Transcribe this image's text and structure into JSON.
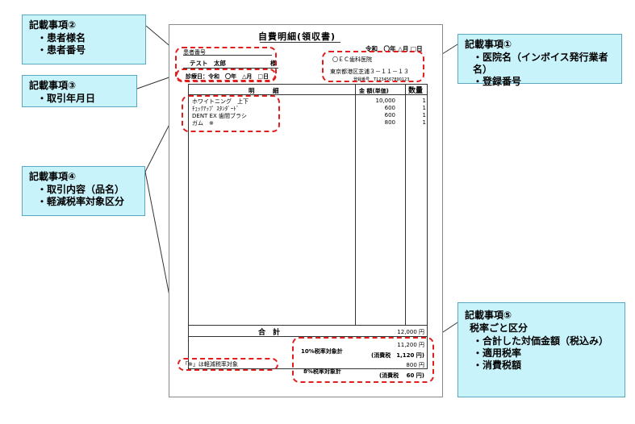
{
  "receipt": {
    "title": "自費明細(領収書)",
    "date_line": "令和　〇年 △月 □日",
    "patient_number_label": "患者番号",
    "patient_name": "テスト　太郎",
    "honorific": "様",
    "clinic_name": "〇ＥＣ歯科医院",
    "clinic_address": "東京都港区芝浦３－１１－１３",
    "registration": "登録番号　T1234567890123",
    "visit_date": "診療日：令和　〇年　△月　□日",
    "col_item": "明　　　細",
    "col_amount": "金 額(単価)",
    "col_qty": "数量",
    "items": [
      {
        "name": "ホワイトニング　上下",
        "amount": "10,000",
        "qty": "1"
      },
      {
        "name": "ﾁｪｯｸｱｯﾌﾟ ｽﾀﾝﾀﾞｰﾄﾞ",
        "amount": "600",
        "qty": "1"
      },
      {
        "name": "DENT EX 歯間ブラシ",
        "amount": "600",
        "qty": "1"
      },
      {
        "name": "ガム　※",
        "amount": "800",
        "qty": "1"
      }
    ],
    "total_label": "合　計",
    "total_value": "12,000 円",
    "tax10_label": "10%税率対象計",
    "tax10_amount": "11,200 円",
    "tax10_tax": "(消費税　1,120 円)",
    "tax8_label": "8%税率対象計",
    "tax8_amount": "800 円",
    "tax8_tax": "(消費税　 60 円)",
    "reduced_note": "「※」は軽減税率対象"
  },
  "callouts": {
    "c2": {
      "title": "記載事項②",
      "items": [
        "・患者様名",
        "・患者番号"
      ]
    },
    "c3": {
      "title": "記載事項③",
      "items": [
        "・取引年月日"
      ]
    },
    "c4": {
      "title": "記載事項④",
      "items": [
        "・取引内容（品名）",
        "・軽減税率対象区分"
      ]
    },
    "c1": {
      "title": "記載事項①",
      "items": [
        "・医院名（インボイス発行業者名）",
        "・登録番号"
      ]
    },
    "c5": {
      "title": "記載事項⑤",
      "subtitle": "税率ごと区分",
      "items": [
        "・合計した対価金額（税込み）",
        "・適用税率",
        "・消費税額"
      ]
    }
  },
  "colors": {
    "callout_bg": "#c9f3fb",
    "dash": "#e01e1e"
  }
}
